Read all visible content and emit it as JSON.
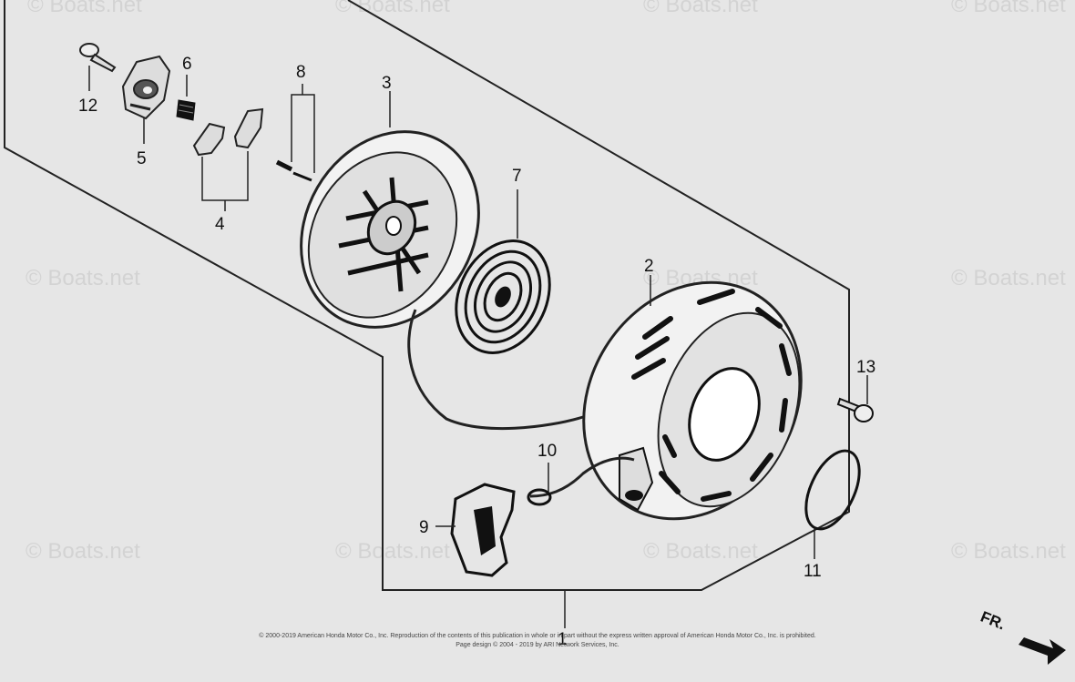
{
  "watermark": "© Boats.net",
  "callouts": {
    "c1": "1",
    "c2": "2",
    "c3": "3",
    "c4": "4",
    "c5": "5",
    "c6": "6",
    "c7": "7",
    "c8": "8",
    "c9": "9",
    "c10": "10",
    "c11": "11",
    "c12": "12",
    "c13": "13"
  },
  "direction_label": "FR.",
  "footer": {
    "line1": "© 2000-2019 American Honda Motor Co., Inc. Reproduction of the contents of this publication in whole or in part without the express written approval of American Honda Motor Co., Inc. is prohibited.",
    "line2": "Page design © 2004 - 2019 by ARI Network Services, Inc."
  }
}
